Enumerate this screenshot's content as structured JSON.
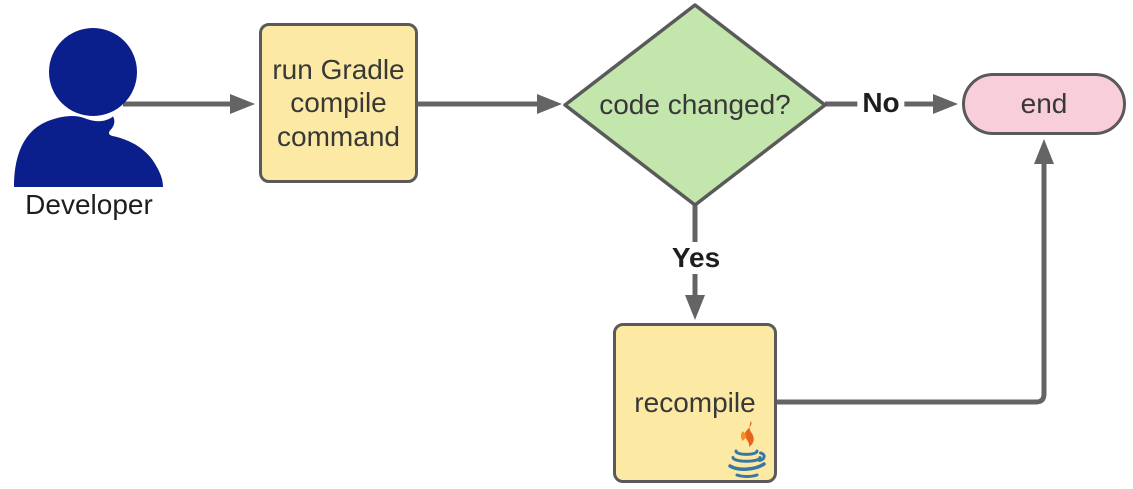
{
  "diagram": {
    "type": "flowchart",
    "actor": {
      "label": "Developer"
    },
    "nodes": {
      "task": {
        "label": "run Gradle compile command"
      },
      "decision": {
        "label": "code changed?"
      },
      "recompile": {
        "label": "recompile"
      },
      "end": {
        "label": "end"
      }
    },
    "edge_labels": {
      "no": "No",
      "yes": "Yes"
    },
    "icons": {
      "actor": "person-icon",
      "recompile_badge": "java-icon"
    },
    "colors": {
      "actor_fill": "#0A1E8C",
      "task_fill": "#FCE9A4",
      "decision_fill": "#C2E6AC",
      "end_fill": "#F8CEDA",
      "shape_stroke": "#5A5A5A",
      "edge_stroke": "#646464",
      "node_text": "#383838",
      "label_text": "#1E1E1E",
      "java_orange": "#E8641C",
      "java_orange_light": "#F09026",
      "java_blue": "#3A76A4"
    }
  }
}
